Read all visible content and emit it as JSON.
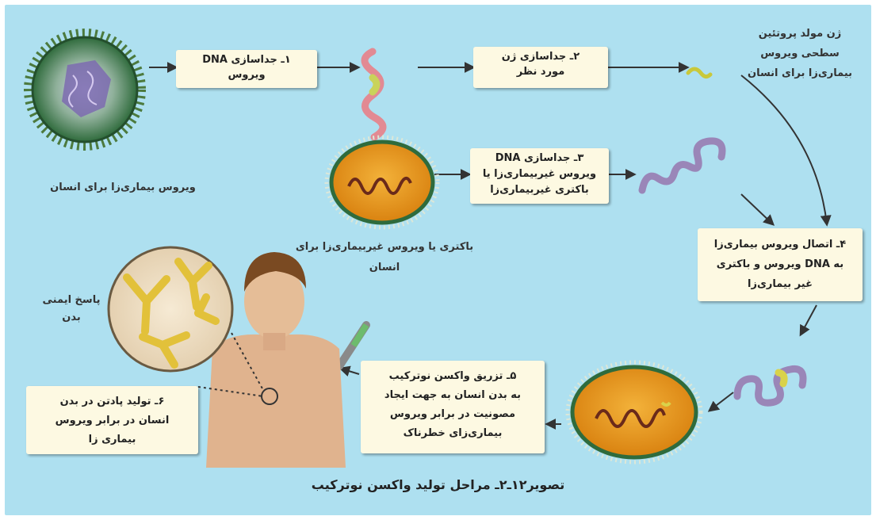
{
  "boxes": {
    "step1": [
      "۱ـ جداسازی DNA",
      "ویروس"
    ],
    "step2": [
      "۲ـ جداسازی ژن",
      "مورد نظر"
    ],
    "step3": [
      "۳ـ جداسازی DNA",
      "ویروس غیربیماری‌زا یا",
      "باکتری غیربیماری‌زا"
    ],
    "step4": [
      "۴ـ اتصال ویروس بیماری‌زا",
      "به DNA ویروس و باکتری",
      "غیر بیماری‌زا"
    ],
    "step5": [
      "۵ـ تزریق واکسن نوترکیب",
      "به بدن انسان به جهت ایجاد",
      "مصونیت در برابر ویروس",
      "بیماری‌زای خطرناک"
    ],
    "step6": [
      "۶ـ تولید پادتن در بدن",
      "انسان در برابر ویروس",
      "بیماری زا"
    ]
  },
  "labels": {
    "pathogenic_virus": "ویروس بیماری‌زا برای انسان",
    "gene": [
      "ژن مولد پروتئین",
      "سطحی ویروس",
      "بیماری‌زا برای انسان"
    ],
    "bacteria": [
      "باکتری یا ویروس غیربیماری‌زا برای",
      "انسان"
    ],
    "immune": [
      "پاسخ ایمنی",
      "بدن"
    ]
  },
  "caption": "تصویر۱۲ـ۲ـ مراحل تولید واکسن نوترکیب",
  "colors": {
    "background": "#aee0f0",
    "box": "#fdf9e2",
    "virus_shell": "#2f6b3c",
    "bacteria_fill": "#e89b1c",
    "dna_pink": "#e28a93",
    "dna_purple": "#9a86b8",
    "antibody": "#e2c13a",
    "arrow": "#333333"
  }
}
